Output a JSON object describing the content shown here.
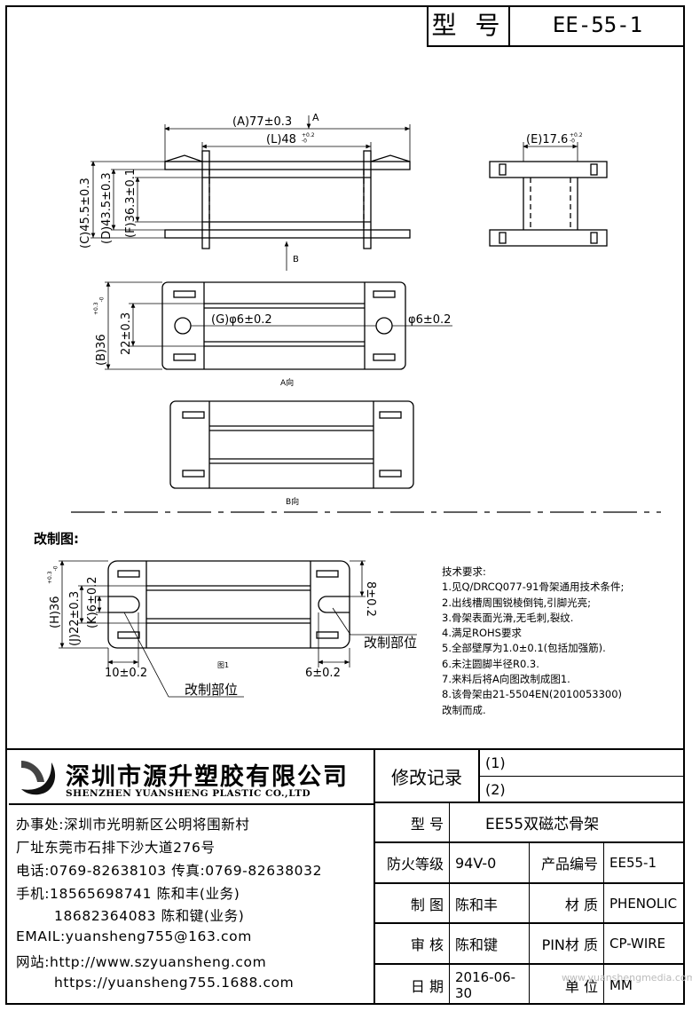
{
  "header": {
    "model_label": "型 号",
    "model_value": "EE-55-1"
  },
  "dims": {
    "A": "(A)77±0.3",
    "A_arrow": "A",
    "L": "(L)48",
    "L_tol": "+0.2\n-0",
    "C": "(C)45.5±0.3",
    "D": "(D)43.5±0.3",
    "F": "(F)36.3±0.1",
    "E": "(E)17.6",
    "E_tol": "+0.2\n-0",
    "B_arrow": "B",
    "B": "(B)36",
    "B_tol": "+0.3\n-0",
    "B22": "22±0.3",
    "G": "(G)φ6±0.2",
    "phi6": "φ6±0.2",
    "view_a": "A向",
    "view_b": "B向"
  },
  "modify": {
    "title": "改制图:",
    "H": "(H)36",
    "H_tol": "+0.3\n-0",
    "J": "(J)22±0.3",
    "K": "(K)6±0.2",
    "dim_8": "8±0.2",
    "dim_10": "10±0.2",
    "dim_6": "6±0.2",
    "fig": "图1",
    "part_right": "改制部位",
    "part_bottom": "改制部位"
  },
  "requirements": {
    "title": "技术要求:",
    "items": [
      "1.见Q/DRCQ077-91骨架通用技术条件;",
      "2.出线槽周围锐棱倒钝,引脚光亮;",
      "3.骨架表面光滑,无毛刺,裂纹.",
      "4.满足ROHS要求",
      "5.全部壁厚为1.0±0.1(包括加强筋).",
      "6.未注圆脚半径R0.3.",
      "7.来料后将A向图改制成图1.",
      "8.该骨架由21-5504EN(2010053300)",
      "   改制而成."
    ]
  },
  "company": {
    "name": "深圳市源升塑胶有限公司",
    "name_en": "SHENZHEN YUANSHENG PLASTIC CO.,LTD",
    "office": "办事处:深圳市光明新区公明将围新村",
    "factory": "厂址东莞市石排下沙大道276号",
    "phone": "电话:0769-82638103 传真:0769-82638032",
    "mobile1": "手机:18565698741 陈和丰(业务)",
    "mobile2": "18682364083 陈和键(业务)",
    "email": "EMAIL:yuansheng755@163.com",
    "web1": "网站:http://www.szyuansheng.com",
    "web2": "https://yuansheng755.1688.com"
  },
  "table": {
    "revision_label": "修改记录",
    "rev1": "(1)",
    "rev2": "(2)",
    "model_label": "型 号",
    "model_value": "EE55双磁芯骨架",
    "fire_label": "防火等级",
    "fire_value": "94V-0",
    "product_no_label": "产品编号",
    "product_no_value": "EE55-1",
    "drawn_label": "制 图",
    "drawn_value": "陈和丰",
    "material_label": "材 质",
    "material_value": "PHENOLIC",
    "review_label": "审 核",
    "review_value": "陈和键",
    "pin_label": "PIN材 质",
    "pin_value": "CP-WIRE",
    "date_label": "日 期",
    "date_value": "2016-06-30",
    "unit_label": "单 位",
    "unit_value": "MM"
  },
  "watermark": "www.yuanshengmedia.com"
}
